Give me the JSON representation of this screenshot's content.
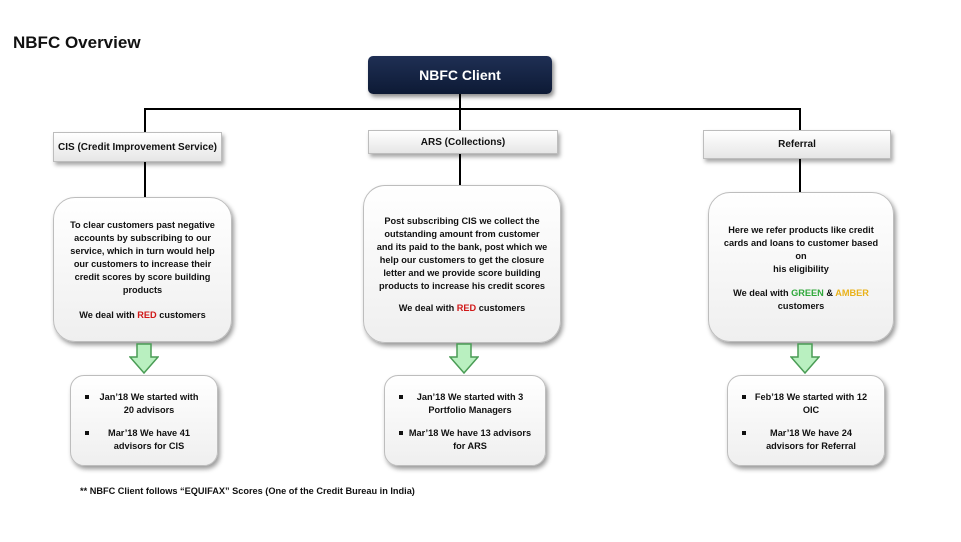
{
  "title": "NBFC Overview",
  "root": {
    "label": "NBFC Client"
  },
  "branches": [
    {
      "label": "CIS (Credit Improvement Service)",
      "description_lines": [
        "To clear customers past negative",
        "accounts by subscribing to our",
        "service, which in turn would help",
        "our  customers to increase their",
        "credit scores by score building",
        "products"
      ],
      "deal": {
        "prefix": "We deal with ",
        "seg1": "RED",
        "mid": "",
        "seg2": "",
        "suffix": " customers"
      },
      "stats": [
        [
          "Jan’18 We started with",
          "20 advisors"
        ],
        [
          "Mar’18 We have 41",
          "advisors for CIS"
        ]
      ]
    },
    {
      "label": "ARS (Collections)",
      "description_lines": [
        "Post subscribing CIS we collect the",
        "outstanding amount from customer",
        "and its paid to the bank, post which we",
        "help our customers to get the closure",
        "letter and we provide score building",
        "products to increase his credit scores"
      ],
      "deal": {
        "prefix": "We deal with ",
        "seg1": "RED",
        "mid": "",
        "seg2": "",
        "suffix": " customers"
      },
      "stats": [
        [
          "Jan’18 We started with 3",
          "Portfolio Managers"
        ],
        [
          "Mar’18 We have 13 advisors",
          "for ARS"
        ]
      ]
    },
    {
      "label": "Referral",
      "description_lines": [
        "Here we refer products like credit",
        "cards and loans to customer based on",
        "his eligibility"
      ],
      "deal": {
        "prefix": "We deal with ",
        "seg1": "GREEN",
        "mid": " & ",
        "seg2": "AMBER",
        "suffix": "customers"
      },
      "stats": [
        [
          "Feb’18 We started with 12",
          "OIC"
        ],
        [
          "Mar’18 We have 24",
          "advisors for Referral"
        ]
      ]
    }
  ],
  "colors": {
    "red": "#d01818",
    "green": "#2fa83a",
    "amber": "#e9b21a",
    "root_fill": "#142447",
    "arrow_fill": "#b9f0c0",
    "arrow_stroke": "#4a9c55"
  },
  "footnote": "** NBFC Client follows “EQUIFAX” Scores (One of the Credit Bureau in India)"
}
